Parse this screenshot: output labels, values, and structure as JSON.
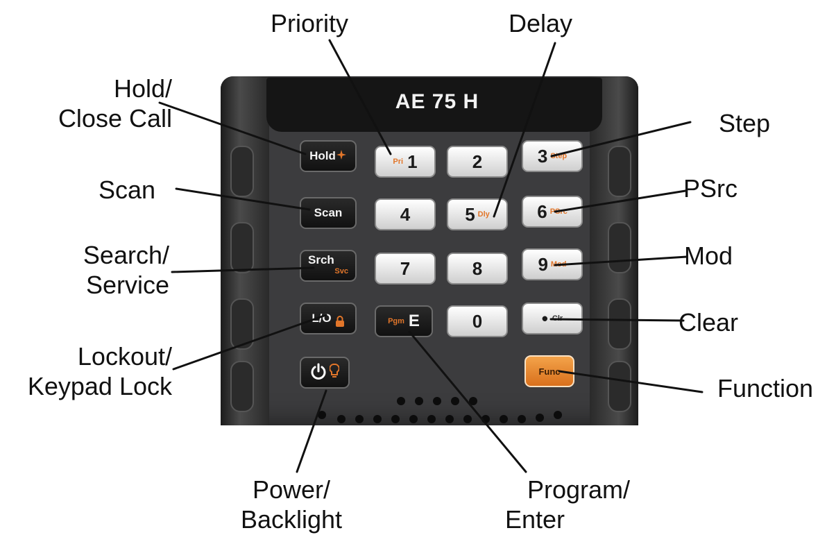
{
  "device": {
    "model": "AE 75 H"
  },
  "keys": {
    "hold": {
      "main": "Hold"
    },
    "scan": {
      "main": "Scan"
    },
    "srch": {
      "main": "Srch",
      "sub": "Svc"
    },
    "lo": {
      "main": "L/O"
    },
    "k1": {
      "main": "1",
      "sub": "Pri"
    },
    "k2": {
      "main": "2"
    },
    "k3": {
      "main": "3",
      "sub": "Step"
    },
    "k4": {
      "main": "4"
    },
    "k5": {
      "main": "5",
      "sub": "Dly"
    },
    "k6": {
      "main": "6",
      "sub": "PSrc"
    },
    "k7": {
      "main": "7"
    },
    "k8": {
      "main": "8"
    },
    "k9": {
      "main": "9",
      "sub": "Mod"
    },
    "pgm": {
      "main": "E",
      "sub": "Pgm"
    },
    "k0": {
      "main": "0"
    },
    "clr": {
      "main": "•",
      "sub": "Clr"
    },
    "func": {
      "main": "Func"
    }
  },
  "labels": {
    "priority": "Priority",
    "delay": "Delay",
    "hold_line1": "Hold/",
    "hold_line2": "Close Call",
    "step": "Step",
    "scan": "Scan",
    "psrc": "PSrc",
    "search_line1": "Search/",
    "search_line2": "Service",
    "mod": "Mod",
    "clear": "Clear",
    "lockout_line1": "Lockout/",
    "lockout_line2": "Keypad Lock",
    "function": "Function",
    "power_line1": "Power/",
    "power_line2": "Backlight",
    "program_line1": "Program/",
    "program_line2": "Enter"
  },
  "colors": {
    "accent_orange": "#e2762a",
    "func_key": "#f08a2c",
    "body": "#3c3c3e"
  }
}
